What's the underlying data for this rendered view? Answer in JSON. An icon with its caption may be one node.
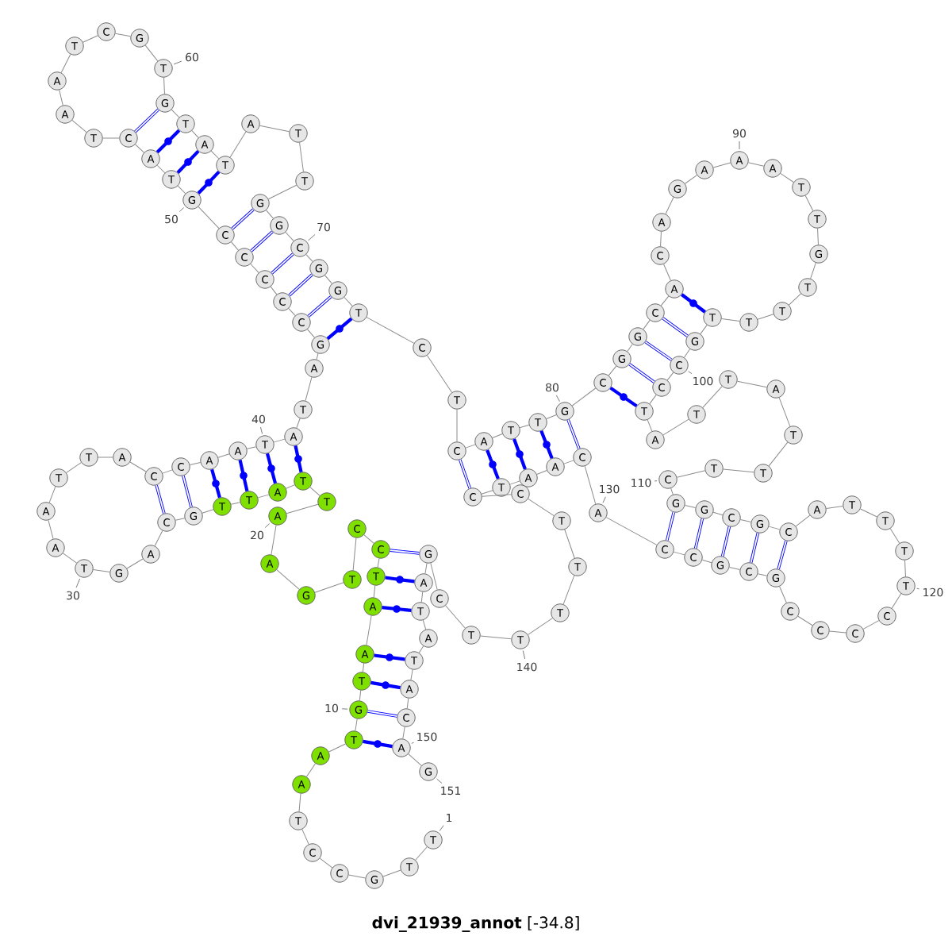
{
  "diagram": {
    "title": "**dvi_21939_annot** [-34.8]",
    "nodes": [
      {
        "text": [
          "T"
        ],
        "beside": [
          "1"
        ]
      },
      {
        "text": [
          "T"
        ]
      },
      {
        "text": [
          "G"
        ]
      },
      {
        "text": [
          "C"
        ]
      },
      {
        "text": [
          "C"
        ]
      },
      {
        "text": [
          "T"
        ]
      },
      {
        "text": [
          "A"
        ]
      },
      {
        "text": [
          "A"
        ]
      },
      {
        "text": [
          "T"
        ]
      },
      {
        "text": [
          "G"
        ],
        "beside": [
          "10"
        ]
      },
      {
        "text": [
          "T"
        ]
      },
      {
        "text": [
          "A"
        ]
      },
      {
        "text": [
          "A"
        ]
      },
      {
        "text": [
          "T"
        ]
      },
      {
        "text": [
          "C"
        ]
      },
      {
        "text": [
          "C"
        ]
      },
      {
        "text": [
          "T"
        ]
      },
      {
        "text": [
          "G"
        ]
      },
      {
        "text": [
          "A"
        ]
      },
      {
        "text": [
          "A"
        ],
        "beside": [
          "20"
        ]
      },
      {
        "text": [
          "T"
        ]
      },
      {
        "text": [
          "T"
        ]
      },
      {
        "text": [
          "A"
        ]
      },
      {
        "text": [
          "T"
        ]
      },
      {
        "text": [
          "T"
        ]
      },
      {
        "text": [
          "G"
        ]
      },
      {
        "text": [
          "C"
        ]
      },
      {
        "text": [
          "A"
        ]
      },
      {
        "text": [
          "G"
        ]
      },
      {
        "text": [
          "T"
        ],
        "beside": [
          "30"
        ]
      },
      {
        "text": [
          "A"
        ]
      },
      {
        "text": [
          "A"
        ]
      },
      {
        "text": [
          "T"
        ]
      },
      {
        "text": [
          "T"
        ]
      },
      {
        "text": [
          "A"
        ]
      },
      {
        "text": [
          "C"
        ]
      },
      {
        "text": [
          "C"
        ]
      },
      {
        "text": [
          "A"
        ]
      },
      {
        "text": [
          "A"
        ]
      },
      {
        "text": [
          "T"
        ],
        "beside": [
          "40"
        ]
      },
      {
        "text": [
          "A"
        ]
      },
      {
        "text": [
          "T"
        ]
      },
      {
        "text": [
          "A"
        ]
      },
      {
        "text": [
          "G"
        ]
      },
      {
        "text": [
          "C"
        ]
      },
      {
        "text": [
          "C"
        ]
      },
      {
        "text": [
          "C"
        ]
      },
      {
        "text": [
          "C"
        ]
      },
      {
        "text": [
          "C"
        ]
      },
      {
        "text": [
          "G"
        ],
        "beside": [
          "50"
        ]
      },
      {
        "text": [
          "T"
        ]
      },
      {
        "text": [
          "A"
        ]
      },
      {
        "text": [
          "C"
        ]
      },
      {
        "text": [
          "T"
        ]
      },
      {
        "text": [
          "A"
        ]
      },
      {
        "text": [
          "A"
        ]
      },
      {
        "text": [
          "T"
        ]
      },
      {
        "text": [
          "C"
        ]
      },
      {
        "text": [
          "G"
        ]
      },
      {
        "text": [
          "T"
        ],
        "beside": [
          "60"
        ]
      },
      {
        "text": [
          "G"
        ]
      },
      {
        "text": [
          "T"
        ]
      },
      {
        "text": [
          "A"
        ]
      },
      {
        "text": [
          "T"
        ]
      },
      {
        "text": [
          "A"
        ]
      },
      {
        "text": [
          "T"
        ]
      },
      {
        "text": [
          "T"
        ]
      },
      {
        "text": [
          "G"
        ]
      },
      {
        "text": [
          "G"
        ]
      },
      {
        "text": [
          "C"
        ],
        "beside": [
          "70"
        ]
      },
      {
        "text": [
          "G"
        ]
      },
      {
        "text": [
          "G"
        ]
      },
      {
        "text": [
          "T"
        ]
      },
      {
        "text": [
          "C"
        ]
      },
      {
        "text": [
          "T"
        ]
      },
      {
        "text": [
          "C"
        ]
      },
      {
        "text": [
          "A"
        ]
      },
      {
        "text": [
          "T"
        ]
      },
      {
        "text": [
          "T"
        ]
      },
      {
        "text": [
          "G"
        ],
        "beside": [
          "80"
        ]
      },
      {
        "text": [
          "C"
        ]
      },
      {
        "text": [
          "G"
        ]
      },
      {
        "text": [
          "G"
        ]
      },
      {
        "text": [
          "C"
        ]
      },
      {
        "text": [
          "A"
        ]
      },
      {
        "text": [
          "C"
        ]
      },
      {
        "text": [
          "A"
        ]
      },
      {
        "text": [
          "G"
        ]
      },
      {
        "text": [
          "A"
        ]
      },
      {
        "text": [
          "A"
        ],
        "beside": [
          "90"
        ]
      },
      {
        "text": [
          "A"
        ]
      },
      {
        "text": [
          "T"
        ]
      },
      {
        "text": [
          "T"
        ]
      },
      {
        "text": [
          "G"
        ]
      },
      {
        "text": [
          "T"
        ]
      },
      {
        "text": [
          "T"
        ]
      },
      {
        "text": [
          "T"
        ]
      },
      {
        "text": [
          "T"
        ]
      },
      {
        "text": [
          "G"
        ]
      },
      {
        "text": [
          "C"
        ],
        "beside": [
          "100"
        ]
      },
      {
        "text": [
          "C"
        ]
      },
      {
        "text": [
          "T"
        ]
      },
      {
        "text": [
          "A"
        ]
      },
      {
        "text": [
          "T"
        ]
      },
      {
        "text": [
          "T"
        ]
      },
      {
        "text": [
          "A"
        ]
      },
      {
        "text": [
          "T"
        ]
      },
      {
        "text": [
          "T"
        ]
      },
      {
        "text": [
          "T"
        ]
      },
      {
        "text": [
          "C"
        ],
        "beside": [
          "110"
        ]
      },
      {
        "text": [
          "G"
        ]
      },
      {
        "text": [
          "G"
        ]
      },
      {
        "text": [
          "C"
        ]
      },
      {
        "text": [
          "G"
        ]
      },
      {
        "text": [
          "C"
        ]
      },
      {
        "text": [
          "A"
        ]
      },
      {
        "text": [
          "T"
        ]
      },
      {
        "text": [
          "T"
        ]
      },
      {
        "text": [
          "T"
        ]
      },
      {
        "text": [
          "T"
        ],
        "beside": [
          "120"
        ]
      },
      {
        "text": [
          "C"
        ]
      },
      {
        "text": [
          "C"
        ]
      },
      {
        "text": [
          "C"
        ]
      },
      {
        "text": [
          "C"
        ]
      },
      {
        "text": [
          "G"
        ]
      },
      {
        "text": [
          "C"
        ]
      },
      {
        "text": [
          "G"
        ]
      },
      {
        "text": [
          "C"
        ]
      },
      {
        "text": [
          "C"
        ]
      },
      {
        "text": [
          "A"
        ],
        "beside": [
          "130"
        ]
      },
      {
        "text": [
          "C"
        ]
      },
      {
        "text": [
          "A"
        ]
      },
      {
        "text": [
          "A"
        ]
      },
      {
        "text": [
          "T"
        ]
      },
      {
        "text": [
          "C"
        ]
      },
      {
        "text": [
          "C"
        ]
      },
      {
        "text": [
          "T"
        ]
      },
      {
        "text": [
          "T"
        ]
      },
      {
        "text": [
          "T"
        ]
      },
      {
        "text": [
          "T"
        ],
        "beside": [
          "140"
        ]
      },
      {
        "text": [
          "T"
        ]
      },
      {
        "text": [
          "C"
        ]
      },
      {
        "text": [
          "G"
        ]
      },
      {
        "text": [
          "A"
        ]
      },
      {
        "text": [
          "T"
        ]
      },
      {
        "text": [
          "A"
        ]
      },
      {
        "text": [
          "T"
        ]
      },
      {
        "text": [
          "A"
        ]
      },
      {
        "text": [
          "C"
        ]
      },
      {
        "text": [
          "A"
        ],
        "beside": [
          "150"
        ]
      },
      {
        "text": [
          "G"
        ],
        "beside": [
          "151"
        ]
      }
    ],
    "edges": [
      {
        "from": 0,
        "to": 1,
        "arrow": "none"
      },
      {
        "from": 1,
        "to": 2,
        "arrow": "none"
      },
      {
        "from": 2,
        "to": 3,
        "arrow": "none"
      },
      {
        "from": 3,
        "to": 4,
        "arrow": "none"
      },
      {
        "from": 4,
        "to": 5,
        "arrow": "none"
      },
      {
        "from": 5,
        "to": 6,
        "arrow": "none"
      },
      {
        "from": 6,
        "to": 7,
        "arrow": "none"
      },
      {
        "from": 7,
        "to": 8,
        "arrow": "none"
      },
      {
        "from": 8,
        "to": 9,
        "arrow": "none"
      },
      {
        "from": 9,
        "to": 10,
        "arrow": "none"
      },
      {
        "from": 10,
        "to": 11,
        "arrow": "none"
      },
      {
        "from": 11,
        "to": 12,
        "arrow": "none"
      },
      {
        "from": 12,
        "to": 13,
        "arrow": "none"
      },
      {
        "from": 13,
        "to": 14,
        "arrow": "none"
      },
      {
        "from": 14,
        "to": 15,
        "arrow": "none"
      },
      {
        "from": 15,
        "to": 16,
        "arrow": "none"
      },
      {
        "from": 16,
        "to": 17,
        "arrow": "none"
      },
      {
        "from": 17,
        "to": 18,
        "arrow": "none"
      },
      {
        "from": 18,
        "to": 19,
        "arrow": "none"
      },
      {
        "from": 19,
        "to": 20,
        "arrow": "none"
      },
      {
        "from": 20,
        "to": 21,
        "arrow": "none"
      },
      {
        "from": 21,
        "to": 22,
        "arrow": "none"
      },
      {
        "from": 22,
        "to": 23,
        "arrow": "none"
      },
      {
        "from": 23,
        "to": 24,
        "arrow": "none"
      },
      {
        "from": 24,
        "to": 25,
        "arrow": "none"
      },
      {
        "from": 25,
        "to": 26,
        "arrow": "none"
      },
      {
        "from": 26,
        "to": 27,
        "arrow": "none"
      },
      {
        "from": 27,
        "to": 28,
        "arrow": "none"
      },
      {
        "from": 28,
        "to": 29,
        "arrow": "none"
      },
      {
        "from": 29,
        "to": 30,
        "arrow": "none"
      },
      {
        "from": 30,
        "to": 31,
        "arrow": "none"
      },
      {
        "from": 31,
        "to": 32,
        "arrow": "none"
      },
      {
        "from": 32,
        "to": 33,
        "arrow": "none"
      },
      {
        "from": 33,
        "to": 34,
        "arrow": "none"
      },
      {
        "from": 34,
        "to": 35,
        "arrow": "none"
      },
      {
        "from": 35,
        "to": 36,
        "arrow": "none"
      },
      {
        "from": 36,
        "to": 37,
        "arrow": "none"
      },
      {
        "from": 37,
        "to": 38,
        "arrow": "none"
      },
      {
        "from": 38,
        "to": 39,
        "arrow": "none"
      },
      {
        "from": 39,
        "to": 40,
        "arrow": "none"
      },
      {
        "from": 40,
        "to": 41,
        "arrow": "none"
      },
      {
        "from": 41,
        "to": 42,
        "arrow": "none"
      },
      {
        "from": 42,
        "to": 43,
        "arrow": "none"
      },
      {
        "from": 43,
        "to": 44,
        "arrow": "none"
      },
      {
        "from": 44,
        "to": 45,
        "arrow": "none"
      },
      {
        "from": 45,
        "to": 46,
        "arrow": "none"
      },
      {
        "from": 46,
        "to": 47,
        "arrow": "none"
      },
      {
        "from": 47,
        "to": 48,
        "arrow": "none"
      },
      {
        "from": 48,
        "to": 49,
        "arrow": "none"
      },
      {
        "from": 49,
        "to": 50,
        "arrow": "none"
      },
      {
        "from": 50,
        "to": 51,
        "arrow": "none"
      },
      {
        "from": 51,
        "to": 52,
        "arrow": "none"
      },
      {
        "from": 52,
        "to": 53,
        "arrow": "none"
      },
      {
        "from": 53,
        "to": 54,
        "arrow": "none"
      },
      {
        "from": 54,
        "to": 55,
        "arrow": "none"
      },
      {
        "from": 55,
        "to": 56,
        "arrow": "none"
      },
      {
        "from": 56,
        "to": 57,
        "arrow": "none"
      },
      {
        "from": 57,
        "to": 58,
        "arrow": "none"
      },
      {
        "from": 58,
        "to": 59,
        "arrow": "none"
      },
      {
        "from": 59,
        "to": 60,
        "arrow": "none"
      },
      {
        "from": 60,
        "to": 61,
        "arrow": "none"
      },
      {
        "from": 61,
        "to": 62,
        "arrow": "none"
      },
      {
        "from": 62,
        "to": 63,
        "arrow": "none"
      },
      {
        "from": 63,
        "to": 64,
        "arrow": "none"
      },
      {
        "from": 64,
        "to": 65,
        "arrow": "none"
      },
      {
        "from": 65,
        "to": 66,
        "arrow": "none"
      },
      {
        "from": 66,
        "to": 67,
        "arrow": "none"
      },
      {
        "from": 67,
        "to": 68,
        "arrow": "none"
      },
      {
        "from": 68,
        "to": 69,
        "arrow": "none"
      },
      {
        "from": 69,
        "to": 70,
        "arrow": "none"
      },
      {
        "from": 70,
        "to": 71,
        "arrow": "none"
      },
      {
        "from": 71,
        "to": 72,
        "arrow": "none"
      },
      {
        "from": 72,
        "to": 73,
        "arrow": "none"
      },
      {
        "from": 73,
        "to": 74,
        "arrow": "none"
      },
      {
        "from": 74,
        "to": 75,
        "arrow": "none"
      },
      {
        "from": 75,
        "to": 76,
        "arrow": "none"
      },
      {
        "from": 76,
        "to": 77,
        "arrow": "none"
      },
      {
        "from": 77,
        "to": 78,
        "arrow": "none"
      },
      {
        "from": 78,
        "to": 79,
        "arrow": "none"
      },
      {
        "from": 79,
        "to": 80,
        "arrow": "none"
      },
      {
        "from": 80,
        "to": 81,
        "arrow": "none"
      },
      {
        "from": 81,
        "to": 82,
        "arrow": "none"
      },
      {
        "from": 82,
        "to": 83,
        "arrow": "none"
      },
      {
        "from": 83,
        "to": 84,
        "arrow": "none"
      },
      {
        "from": 84,
        "to": 85,
        "arrow": "none"
      },
      {
        "from": 85,
        "to": 86,
        "arrow": "none"
      },
      {
        "from": 86,
        "to": 87,
        "arrow": "none"
      },
      {
        "from": 87,
        "to": 88,
        "arrow": "none"
      },
      {
        "from": 88,
        "to": 89,
        "arrow": "none"
      },
      {
        "from": 89,
        "to": 90,
        "arrow": "none"
      },
      {
        "from": 90,
        "to": 91,
        "arrow": "none"
      },
      {
        "from": 91,
        "to": 92,
        "arrow": "none"
      },
      {
        "from": 92,
        "to": 93,
        "arrow": "none"
      },
      {
        "from": 93,
        "to": 94,
        "arrow": "none"
      },
      {
        "from": 94,
        "to": 95,
        "arrow": "none"
      },
      {
        "from": 95,
        "to": 96,
        "arrow": "none"
      },
      {
        "from": 96,
        "to": 97,
        "arrow": "none"
      },
      {
        "from": 97,
        "to": 98,
        "arrow": "none"
      },
      {
        "from": 98,
        "to": 99,
        "arrow": "none"
      },
      {
        "from": 99,
        "to": 100,
        "arrow": "none"
      },
      {
        "from": 100,
        "to": 101,
        "arrow": "none"
      },
      {
        "from": 101,
        "to": 102,
        "arrow": "none"
      },
      {
        "from": 102,
        "to": 103,
        "arrow": "none"
      },
      {
        "from": 103,
        "to": 104,
        "arrow": "none"
      },
      {
        "from": 104,
        "to": 105,
        "arrow": "none"
      },
      {
        "from": 105,
        "to": 106,
        "arrow": "none"
      },
      {
        "from": 106,
        "to": 107,
        "arrow": "none"
      },
      {
        "from": 107,
        "to": 108,
        "arrow": "none"
      },
      {
        "from": 108,
        "to": 109,
        "arrow": "none"
      },
      {
        "from": 109,
        "to": 110,
        "arrow": "none"
      },
      {
        "from": 110,
        "to": 111,
        "arrow": "none"
      },
      {
        "from": 111,
        "to": 112,
        "arrow": "none"
      },
      {
        "from": 112,
        "to": 113,
        "arrow": "none"
      },
      {
        "from": 113,
        "to": 114,
        "arrow": "none"
      },
      {
        "from": 114,
        "to": 115,
        "arrow": "none"
      },
      {
        "from": 115,
        "to": 116,
        "arrow": "none"
      },
      {
        "from": 116,
        "to": 117,
        "arrow": "none"
      },
      {
        "from": 117,
        "to": 118,
        "arrow": "none"
      },
      {
        "from": 118,
        "to": 119,
        "arrow": "none"
      },
      {
        "from": 119,
        "to": 120,
        "arrow": "none"
      },
      {
        "from": 120,
        "to": 121,
        "arrow": "none"
      },
      {
        "from": 121,
        "to": 122,
        "arrow": "none"
      },
      {
        "from": 122,
        "to": 123,
        "arrow": "none"
      },
      {
        "from": 123,
        "to": 124,
        "arrow": "none"
      },
      {
        "from": 124,
        "to": 125,
        "arrow": "none"
      },
      {
        "from": 125,
        "to": 126,
        "arrow": "none"
      },
      {
        "from": 126,
        "to": 127,
        "arrow": "none"
      },
      {
        "from": 127,
        "to": 128,
        "arrow": "none"
      },
      {
        "from": 128,
        "to": 129,
        "arrow": "none"
      },
      {
        "from": 129,
        "to": 130,
        "arrow": "none"
      },
      {
        "from": 130,
        "to": 131,
        "arrow": "none"
      },
      {
        "from": 131,
        "to": 132,
        "arrow": "none"
      },
      {
        "from": 132,
        "to": 133,
        "arrow": "none"
      },
      {
        "from": 133,
        "to": 134,
        "arrow": "none"
      },
      {
        "from": 134,
        "to": 135,
        "arrow": "none"
      },
      {
        "from": 135,
        "to": 136,
        "arrow": "none"
      },
      {
        "from": 136,
        "to": 137,
        "arrow": "none"
      },
      {
        "from": 137,
        "to": 138,
        "arrow": "none"
      },
      {
        "from": 138,
        "to": 139,
        "arrow": "none"
      },
      {
        "from": 139,
        "to": 140,
        "arrow": "none"
      },
      {
        "from": 140,
        "to": 141,
        "arrow": "none"
      },
      {
        "from": 141,
        "to": 142,
        "arrow": "none"
      },
      {
        "from": 142,
        "to": 143,
        "arrow": "none"
      },
      {
        "from": 143,
        "to": 144,
        "arrow": "none"
      },
      {
        "from": 144,
        "to": 145,
        "arrow": "none"
      },
      {
        "from": 145,
        "to": 146,
        "arrow": "none"
      },
      {
        "from": 146,
        "to": 147,
        "arrow": "none"
      },
      {
        "from": 147,
        "to": 148,
        "arrow": "none"
      },
      {
        "from": 148,
        "to": 149,
        "arrow": "none"
      },
      {
        "from": 149,
        "to": 150,
        "arrow": "none"
      },
      {
        "from": 8,
        "to": 149,
        "arrow": "none",
        "style": "thick",
        "color": "#0000ff"
      },
      {
        "from": 9,
        "to": 148,
        "arrow": "none",
        "color": "#0000ff"
      },
      {
        "from": 10,
        "to": 147,
        "arrow": "none",
        "style": "thick",
        "color": "#0000ff"
      },
      {
        "from": 11,
        "to": 146,
        "arrow": "none",
        "style": "thick",
        "color": "#0000ff"
      },
      {
        "from": 12,
        "to": 144,
        "arrow": "none",
        "style": "thick",
        "color": "#0000ff"
      },
      {
        "from": 13,
        "to": 143,
        "arrow": "none",
        "style": "thick",
        "color": "#0000ff"
      },
      {
        "from": 14,
        "to": 142,
        "arrow": "none",
        "color": "#0000ff"
      },
      {
        "from": 21,
        "to": 40,
        "arrow": "none",
        "style": "thick",
        "color": "#0000ff"
      },
      {
        "from": 22,
        "to": 39,
        "arrow": "none",
        "style": "thick",
        "color": "#0000ff"
      },
      {
        "from": 23,
        "to": 38,
        "arrow": "none",
        "style": "thick",
        "color": "#0000ff"
      },
      {
        "from": 24,
        "to": 37,
        "arrow": "none",
        "style": "thick",
        "color": "#0000ff"
      },
      {
        "from": 25,
        "to": 36,
        "arrow": "none",
        "color": "#0000ff"
      },
      {
        "from": 26,
        "to": 35,
        "arrow": "none",
        "color": "#0000ff"
      },
      {
        "from": 43,
        "to": 72,
        "arrow": "none",
        "style": "thick",
        "color": "#0000ff"
      },
      {
        "from": 44,
        "to": 71,
        "arrow": "none",
        "color": "#0000ff"
      },
      {
        "from": 45,
        "to": 70,
        "arrow": "none",
        "color": "#0000ff"
      },
      {
        "from": 46,
        "to": 69,
        "arrow": "none",
        "color": "#0000ff"
      },
      {
        "from": 47,
        "to": 68,
        "arrow": "none",
        "color": "#0000ff"
      },
      {
        "from": 48,
        "to": 67,
        "arrow": "none",
        "color": "#0000ff"
      },
      {
        "from": 49,
        "to": 63,
        "arrow": "none",
        "style": "thick",
        "color": "#0000ff"
      },
      {
        "from": 50,
        "to": 62,
        "arrow": "none",
        "style": "thick",
        "color": "#0000ff"
      },
      {
        "from": 51,
        "to": 61,
        "arrow": "none",
        "style": "thick",
        "color": "#0000ff"
      },
      {
        "from": 52,
        "to": 60,
        "arrow": "none",
        "color": "#0000ff"
      },
      {
        "from": 75,
        "to": 134,
        "arrow": "none",
        "color": "#0000ff"
      },
      {
        "from": 76,
        "to": 133,
        "arrow": "none",
        "style": "thick",
        "color": "#0000ff"
      },
      {
        "from": 77,
        "to": 132,
        "arrow": "none",
        "style": "thick",
        "color": "#0000ff"
      },
      {
        "from": 78,
        "to": 131,
        "arrow": "none",
        "style": "thick",
        "color": "#0000ff"
      },
      {
        "from": 79,
        "to": 130,
        "arrow": "none",
        "color": "#0000ff"
      },
      {
        "from": 80,
        "to": 101,
        "arrow": "none",
        "style": "thick",
        "color": "#0000ff"
      },
      {
        "from": 81,
        "to": 100,
        "arrow": "none",
        "color": "#0000ff"
      },
      {
        "from": 82,
        "to": 99,
        "arrow": "none",
        "color": "#0000ff"
      },
      {
        "from": 83,
        "to": 98,
        "arrow": "none",
        "color": "#0000ff"
      },
      {
        "from": 84,
        "to": 97,
        "arrow": "none",
        "style": "thick",
        "color": "#0000ff"
      },
      {
        "from": 110,
        "to": 128,
        "arrow": "none",
        "color": "#0000ff"
      },
      {
        "from": 111,
        "to": 127,
        "arrow": "none",
        "color": "#0000ff"
      },
      {
        "from": 112,
        "to": 126,
        "arrow": "none",
        "color": "#0000ff"
      },
      {
        "from": 113,
        "to": 125,
        "arrow": "none",
        "color": "#0000ff"
      },
      {
        "from": 114,
        "to": 124,
        "arrow": "none",
        "color": "#0000ff"
      }
    ]
  }
}
